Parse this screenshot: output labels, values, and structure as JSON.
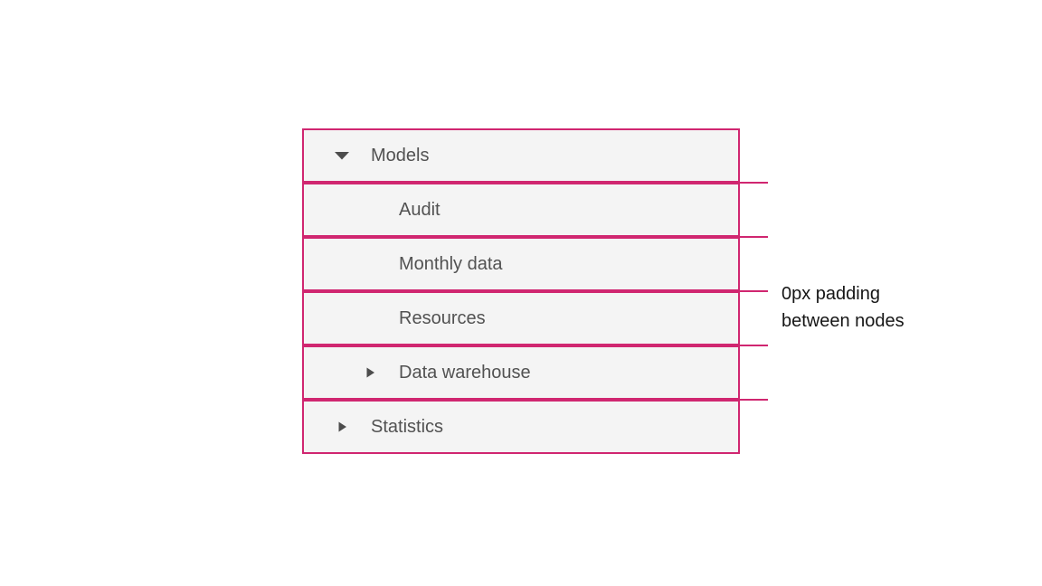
{
  "colors": {
    "node_border": "#d02670",
    "node_bg": "#f4f4f4",
    "node_text": "#525252",
    "caret": "#4c4c4c",
    "annotation_text": "#161616",
    "page_bg": "#ffffff"
  },
  "tree": {
    "nodes": [
      {
        "label": "Models",
        "level": 0,
        "caret": "down",
        "expanded": true
      },
      {
        "label": "Audit",
        "level": 1,
        "caret": "none"
      },
      {
        "label": "Monthly data",
        "level": 1,
        "caret": "none"
      },
      {
        "label": "Resources",
        "level": 1,
        "caret": "none"
      },
      {
        "label": "Data warehouse",
        "level": 1,
        "caret": "right",
        "expanded": false
      },
      {
        "label": "Statistics",
        "level": 0,
        "caret": "right",
        "expanded": false
      }
    ]
  },
  "annotation": {
    "text": "0px padding\nbetween nodes"
  }
}
